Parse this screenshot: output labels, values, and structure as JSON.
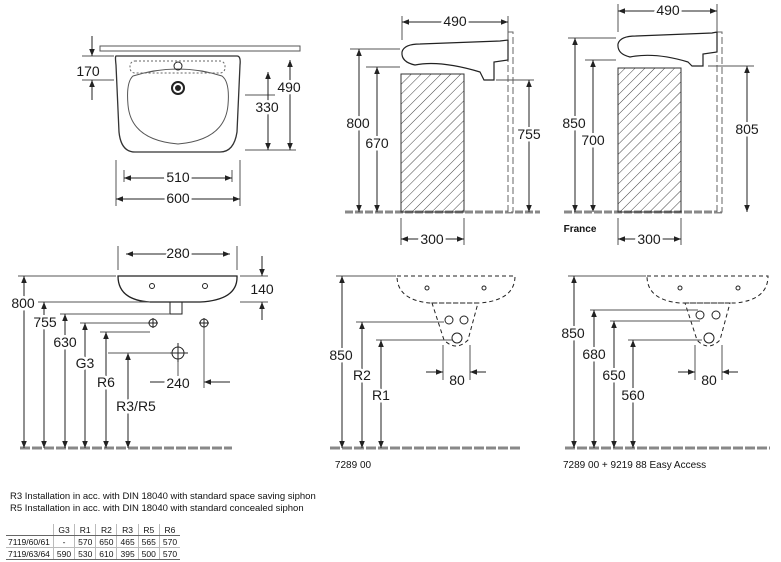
{
  "dimensions": {
    "front": {
      "top_gap": "170",
      "height": "490",
      "bowl_depth": "330",
      "bowl_width": "510",
      "width": "600"
    },
    "side_standard": {
      "depth": "490",
      "rim_height": "800",
      "underside_height": "670",
      "total_height": "755",
      "siphon_width": "300"
    },
    "side_france": {
      "depth": "490",
      "rim_height": "850",
      "underside_height": "700",
      "total_height": "805",
      "siphon_width": "300",
      "label": "France"
    },
    "installation": {
      "bowl_width": "280",
      "front_height": "140",
      "rim_height": "800",
      "outlet_height": "755",
      "trap_height": "630",
      "g3": "G3",
      "r6": "R6",
      "r3r5": "R3/R5",
      "offset": "240"
    },
    "mounting_7289": {
      "height": "850",
      "r2": "R2",
      "r1": "R1",
      "width": "80",
      "caption": "7289 00"
    },
    "mounting_easy": {
      "height": "850",
      "h680": "680",
      "h650": "650",
      "h560": "560",
      "width": "80",
      "caption": "7289 00 + 9219 88 Easy Access"
    }
  },
  "notes": [
    "R3  Installation in acc. with DIN 18040 with standard space saving siphon",
    "R5  Installation in acc. with DIN 18040 with standard concealed siphon"
  ],
  "table": {
    "headers": [
      "",
      "G3",
      "R1",
      "R2",
      "R3",
      "R5",
      "R6"
    ],
    "rows": [
      [
        "7119/60/61",
        "-",
        "570",
        "650",
        "465",
        "565",
        "570"
      ],
      [
        "7119/63/64",
        "590",
        "530",
        "610",
        "395",
        "500",
        "570"
      ]
    ]
  }
}
